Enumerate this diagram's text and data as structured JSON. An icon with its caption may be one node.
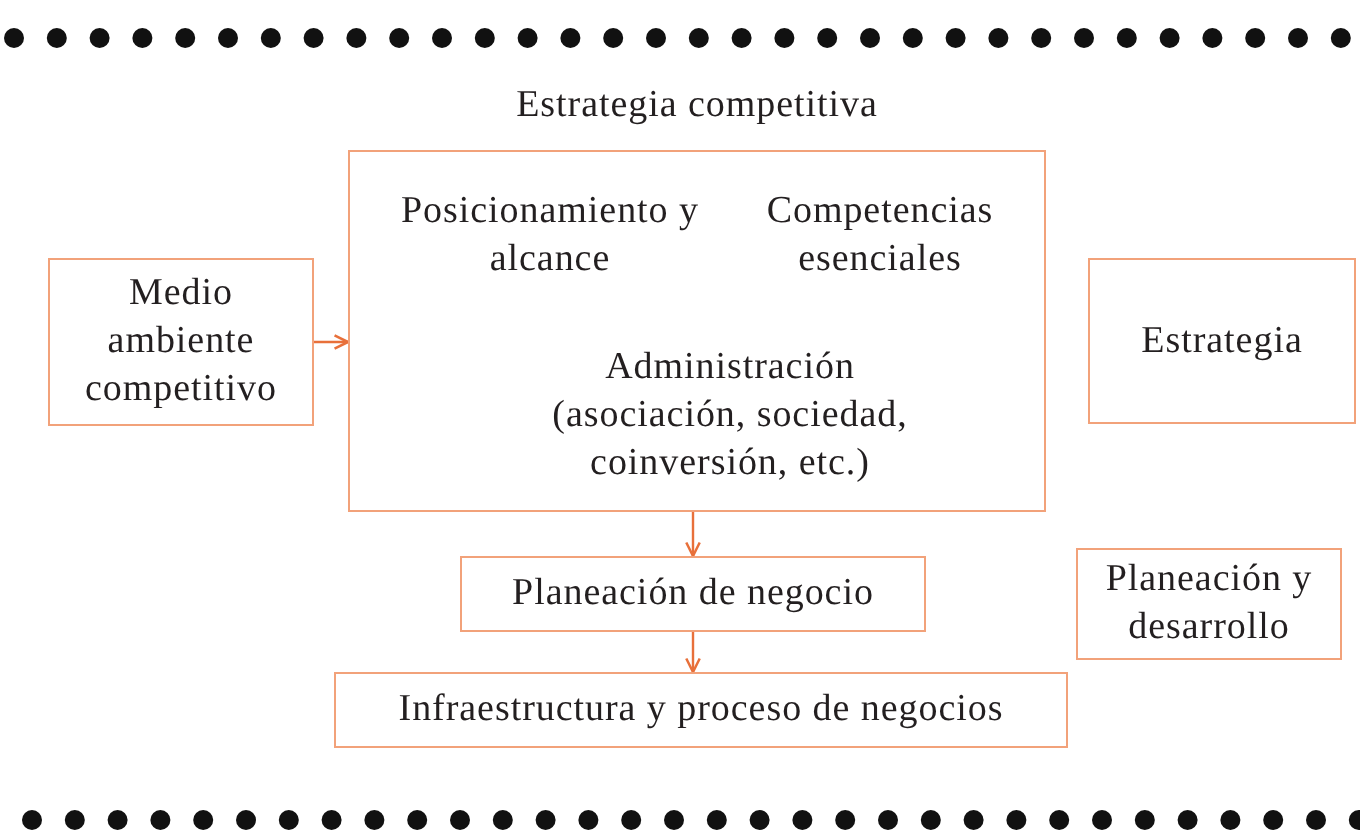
{
  "diagram": {
    "nodes": [
      {
        "text": [
          "Estrategia competitiva",
          "Posicionamiento y alcance",
          "Competencias esenciales",
          "Administración (asociación, sociedad, coinversión, etc.)"
        ]
      },
      {
        "text": [
          "Medio ambiente competitivo"
        ]
      },
      {
        "text": [
          "Estrategia"
        ]
      },
      {
        "text": [
          "Planeación de negocio"
        ]
      },
      {
        "text": [
          "Planeación y desarrollo"
        ]
      },
      {
        "text": [
          "Infraestructura y proceso de negocios"
        ]
      }
    ],
    "edges": [
      {
        "from": 1,
        "to": 0,
        "arrow": "to"
      },
      {
        "from": 0,
        "to": 3,
        "arrow": "to"
      },
      {
        "from": 3,
        "to": 5,
        "arrow": "to"
      }
    ]
  }
}
